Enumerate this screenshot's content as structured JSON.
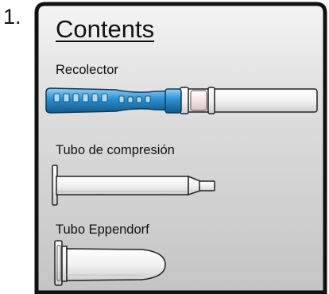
{
  "step_number": "1.",
  "heading": "Contents",
  "items": [
    {
      "label": "Recolector",
      "icon": "collector-device-icon"
    },
    {
      "label": "Tubo de compresión",
      "icon": "compression-tube-icon"
    },
    {
      "label": "Tubo Eppendorf",
      "icon": "eppendorf-tube-icon"
    }
  ],
  "colors": {
    "panel_fill": "#d0d0d0",
    "panel_border": "#111111",
    "collector_blue": "#2a8fd0"
  }
}
